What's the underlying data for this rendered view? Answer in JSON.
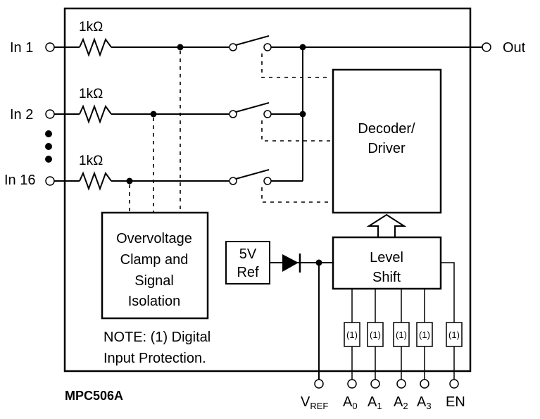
{
  "part_number": "MPC506A",
  "inputs": [
    {
      "label": "In 1",
      "resistor": "1kΩ"
    },
    {
      "label": "In 2",
      "resistor": "1kΩ"
    },
    {
      "label": "In 16",
      "resistor": "1kΩ"
    }
  ],
  "output_label": "Out",
  "blocks": {
    "decoder": [
      "Decoder/",
      "Driver"
    ],
    "level_shift": [
      "Level",
      "Shift"
    ],
    "overvoltage": [
      "Overvoltage",
      "Clamp and",
      "Signal",
      "Isolation"
    ],
    "reference": [
      "5V",
      "Ref"
    ]
  },
  "protection_label": "(1)",
  "note": [
    "NOTE: (1) Digital",
    "Input Protection."
  ],
  "pins": [
    {
      "base": "V",
      "sub": "REF"
    },
    {
      "base": "A",
      "sub": "0"
    },
    {
      "base": "A",
      "sub": "1"
    },
    {
      "base": "A",
      "sub": "2"
    },
    {
      "base": "A",
      "sub": "3"
    },
    {
      "base": "EN",
      "sub": ""
    }
  ]
}
